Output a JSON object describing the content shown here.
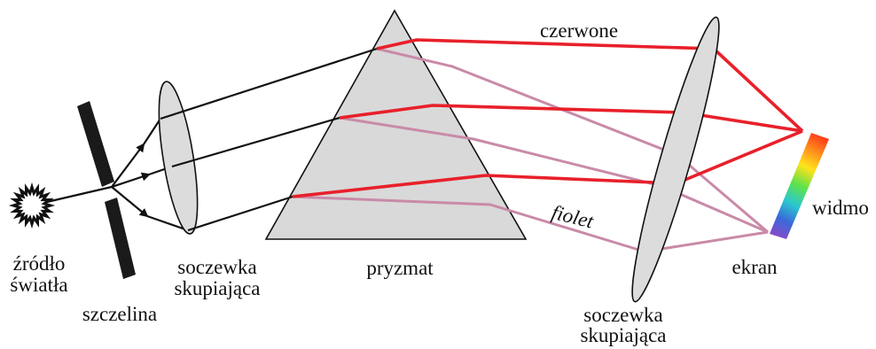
{
  "labels": {
    "source_line1": "źródło",
    "source_line2": "światła",
    "slit": "szczelina",
    "lens1_line1": "soczewka",
    "lens1_line2": "skupiająca",
    "prism": "pryzmat",
    "red": "czerwone",
    "violet": "fiolet",
    "lens2_line1": "soczewka",
    "lens2_line2": "skupiająca",
    "screen": "ekran",
    "spectrum": "widmo"
  },
  "colors": {
    "red_ray": "#e8202a",
    "violet_ray": "#c98aa8",
    "white_ray": "#111111",
    "prism_fill": "#d9d9d9",
    "lens_fill": "#dcdcdc",
    "slit": "#1a1a1a",
    "spectrum_stops": [
      "#ff2a1a",
      "#ff8c1a",
      "#ffe31a",
      "#5ee24a",
      "#2ac8d0",
      "#3a6ad8",
      "#8a4ac8"
    ]
  }
}
